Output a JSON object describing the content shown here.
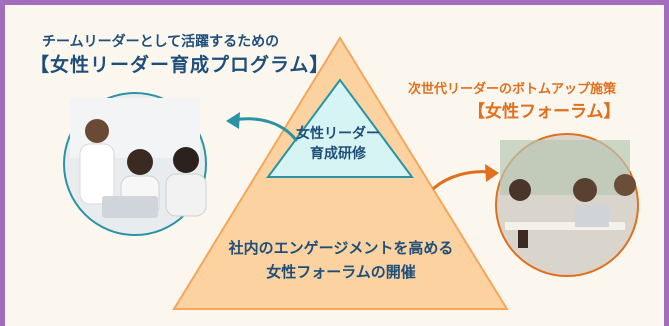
{
  "left_heading": {
    "subtitle": "チームリーダーとして活躍するための",
    "program": "【女性リーダー育成プログラム】"
  },
  "right_heading": {
    "subtitle": "次世代リーダーのボトムアップ施策",
    "program": "【女性フォーラム】"
  },
  "pyramid": {
    "top_label_line1": "女性リーダー",
    "top_label_line2": "育成研修",
    "base_label_line1": "社内のエンゲージメントを高める",
    "base_label_line2": "女性フォーラムの開催"
  },
  "photos": {
    "left": "photo-women-training",
    "right": "photo-women-forum"
  },
  "colors": {
    "frame": "#a26dbd",
    "navy": "#1f4e79",
    "orange": "#e06f1e",
    "teal": "#2a93a3",
    "pyramid_fill": "#fbd2a0",
    "top_fill": "#d5f4f3"
  }
}
